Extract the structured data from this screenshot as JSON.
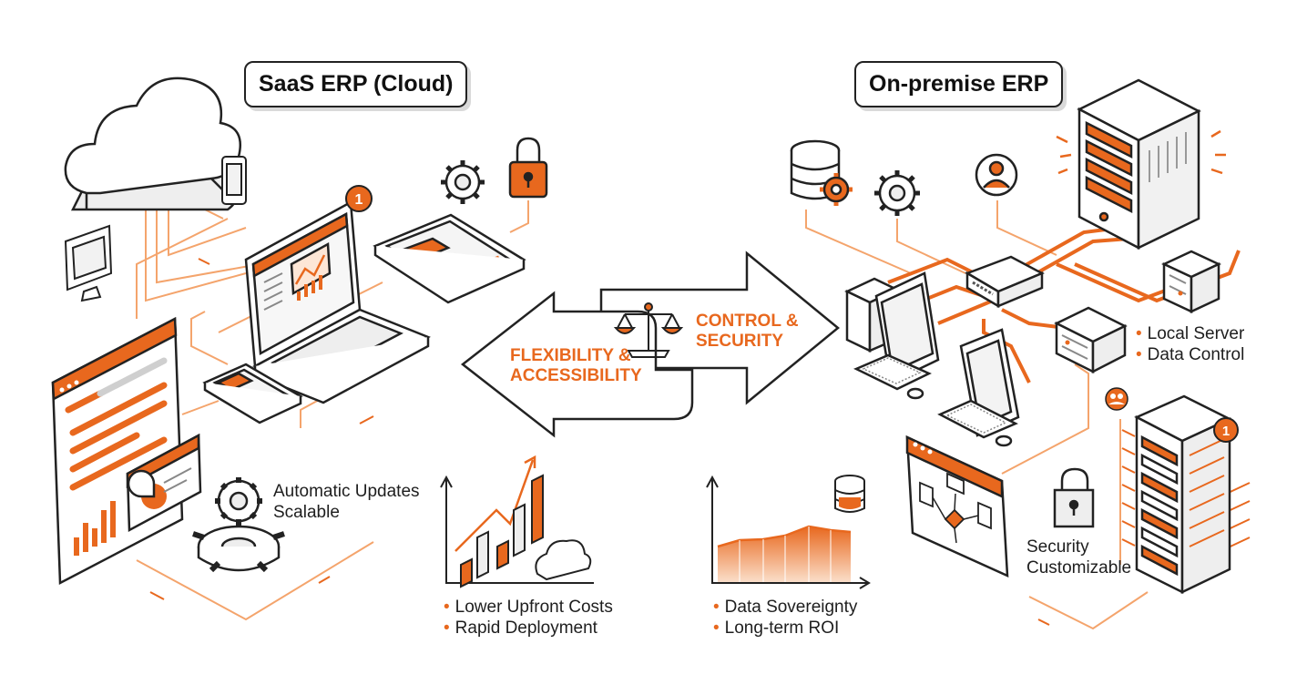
{
  "left_title": "SaaS ERP (Cloud)",
  "right_title": "On-premise ERP",
  "arrow_left_label": [
    "FLEXIBILITY &",
    "ACCESSIBILITY"
  ],
  "arrow_right_label": [
    "CONTROL &",
    "SECURITY"
  ],
  "saas_features": [
    "Automatic Updates",
    "Scalable"
  ],
  "saas_benefits": [
    "Lower Upfront Costs",
    "Rapid Deployment"
  ],
  "onprem_benefits": [
    "Data Sovereignty",
    "Long-term ROI"
  ],
  "onprem_server_features": [
    "Local Server",
    "Data Control"
  ],
  "onprem_features": [
    "Security",
    "Customizable"
  ],
  "badges": {
    "laptop": "1",
    "rack": "1"
  },
  "colors": {
    "accent": "#e8681e",
    "accent_light": "#f6b98f",
    "line": "#222222"
  }
}
